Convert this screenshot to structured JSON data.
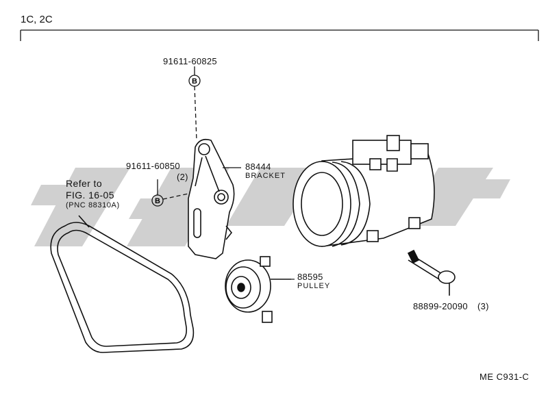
{
  "header": {
    "model": "1C, 2C"
  },
  "parts": {
    "bolt_top": {
      "number": "91611-60825",
      "callout": "B"
    },
    "bolt_left": {
      "number": "91611-60850",
      "qty": "(2)",
      "callout": "B"
    },
    "bracket": {
      "number": "88444",
      "name": "BRACKET"
    },
    "pulley": {
      "number": "88595",
      "name": "PULLEY"
    },
    "bolt_compressor": {
      "number": "88899-20090",
      "qty": "(3)"
    }
  },
  "reference": {
    "line1": "Refer to",
    "line2": "FIG. 16-05",
    "line3": "(PNC 88310A)"
  },
  "footer": {
    "code": "ME  C931-C"
  },
  "colors": {
    "ink": "#111111",
    "watermark": "#c8c8c8"
  }
}
